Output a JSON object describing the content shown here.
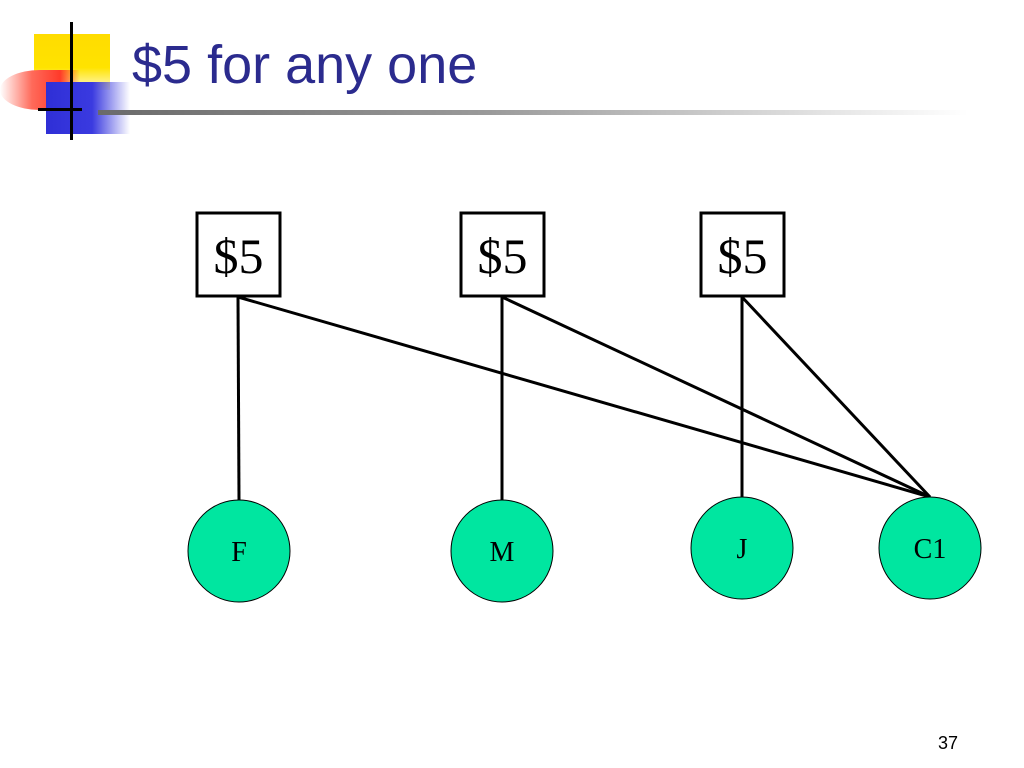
{
  "slide": {
    "title": "$5 for any one",
    "page_number": "37"
  },
  "diagram": {
    "amounts": [
      {
        "id": "a1",
        "label": "$5"
      },
      {
        "id": "a2",
        "label": "$5"
      },
      {
        "id": "a3",
        "label": "$5"
      }
    ],
    "nodes": [
      {
        "id": "F",
        "label": "F"
      },
      {
        "id": "M",
        "label": "M"
      },
      {
        "id": "J",
        "label": "J"
      },
      {
        "id": "C1",
        "label": "C1"
      }
    ],
    "edges": [
      {
        "from": "a1",
        "to": "F"
      },
      {
        "from": "a1",
        "to": "C1"
      },
      {
        "from": "a2",
        "to": "M"
      },
      {
        "from": "a2",
        "to": "C1"
      },
      {
        "from": "a3",
        "to": "J"
      },
      {
        "from": "a3",
        "to": "C1"
      }
    ],
    "colors": {
      "node_fill": "#00e6a0",
      "title": "#2b2b8e"
    }
  }
}
